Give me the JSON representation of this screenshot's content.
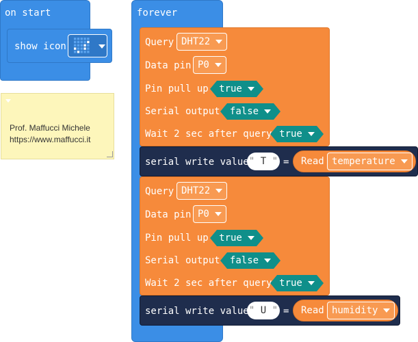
{
  "on_start": {
    "title": "on start",
    "show_icon": {
      "label": "show icon",
      "icon_name": "checkmark-led-icon"
    }
  },
  "comment": {
    "line1": "Prof. Maffucci Michele",
    "line2": "https://www.maffucci.it"
  },
  "forever": {
    "title": "forever",
    "groups": [
      {
        "query_label": "Query",
        "sensor": "DHT22",
        "data_pin_label": "Data pin",
        "pin": "P0",
        "pull_up_label": "Pin pull up",
        "pull_up": "true",
        "serial_output_label": "Serial output",
        "serial_output": "false",
        "wait_label": "Wait 2 sec after query",
        "wait": "true",
        "serial_write_label": "serial write value",
        "key": "T",
        "equals": "=",
        "read_label": "Read",
        "read_value": "temperature"
      },
      {
        "query_label": "Query",
        "sensor": "DHT22",
        "data_pin_label": "Data pin",
        "pin": "P0",
        "pull_up_label": "Pin pull up",
        "pull_up": "true",
        "serial_output_label": "Serial output",
        "serial_output": "false",
        "wait_label": "Wait 2 sec after query",
        "wait": "true",
        "serial_write_label": "serial write value",
        "key": "U",
        "equals": "=",
        "read_label": "Read",
        "read_value": "humidity"
      }
    ]
  },
  "colors": {
    "basic_blue": "#3b8ee6",
    "sensor_orange": "#f68a3b",
    "logic_teal": "#0f8f8a",
    "serial_navy": "#1f2d4d",
    "comment_yellow": "#fdf6bb"
  }
}
